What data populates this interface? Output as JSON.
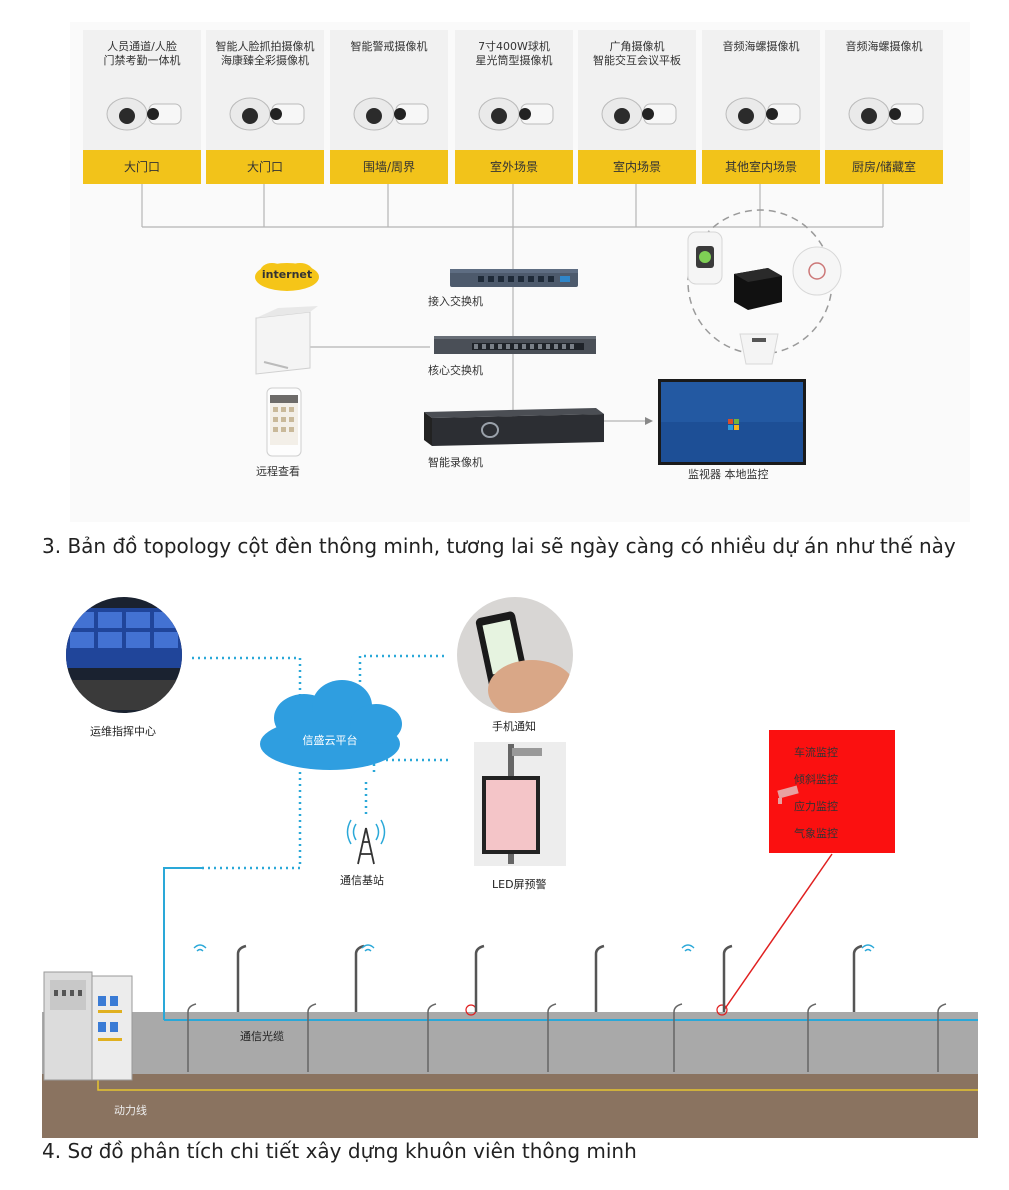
{
  "top": {
    "cameras": [
      {
        "title": "人员通道/人脸\n门禁考勤一体机",
        "label": "大门口",
        "icon": "face-gate-icon"
      },
      {
        "title": "智能人脸抓拍摄像机\n海康臻全彩摄像机",
        "label": "大门口",
        "icon": "dome-bullet-camera-icon"
      },
      {
        "title": "智能警戒摄像机",
        "label": "围墙/周界",
        "icon": "bullet-camera-icon"
      },
      {
        "title": "7寸400W球机\n星光筒型摄像机",
        "label": "室外场景",
        "icon": "ptz-camera-icon"
      },
      {
        "title": "广角摄像机\n智能交互会议平板",
        "label": "室内场景",
        "icon": "wide-camera-icon"
      },
      {
        "title": "音频海螺摄像机",
        "label": "其他室内场景",
        "icon": "turret-camera-icon"
      },
      {
        "title": "音频海螺摄像机",
        "label": "厨房/储藏室",
        "icon": "turret-camera-icon"
      }
    ],
    "internet": "internet",
    "access_switch": "接入交换机",
    "core_switch": "核心交换机",
    "nvr": "智能录像机",
    "remote_view": "远程查看",
    "monitor": "监视器 本地监控",
    "colors": {
      "label_bg": "#f2c31a",
      "line": "#b5b5b5"
    }
  },
  "caption3": "3. Bản đồ topology cột đèn thông minh, tương lai sẽ ngày càng có nhiều dự án như thế này",
  "bottom": {
    "ops_center": "运维指挥中心",
    "cloud": "信盛云平台",
    "phone": "手机通知",
    "base_station": "通信基站",
    "led": "LED屏预警",
    "monitor_items": [
      "车流监控",
      "倾斜监控",
      "应力监控",
      "气象监控"
    ],
    "fiber": "通信光缆",
    "power": "动力线",
    "colors": {
      "red_panel": "#fb1010",
      "fiber": "#2aa8d8",
      "ground_top": "#a9a9a9",
      "ground_bottom": "#8a7360",
      "power_line": "#e6c430"
    }
  },
  "caption4": "4. Sơ đồ phân tích chi tiết xây dựng khuôn viên thông minh"
}
